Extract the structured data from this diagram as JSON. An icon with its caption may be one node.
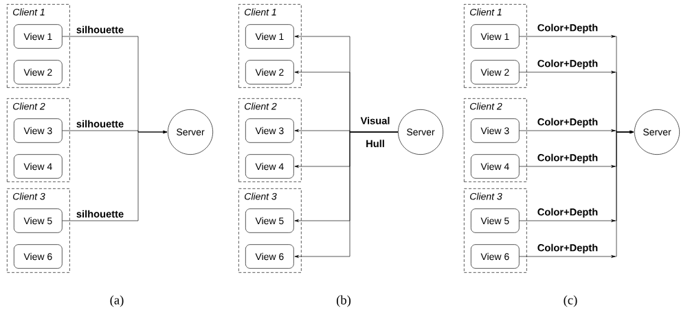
{
  "diagram": {
    "nodes": [
      {
        "text": [
          "Client 1"
        ]
      },
      {
        "text": [
          "View 1"
        ],
        "in": 0
      },
      {
        "text": [
          "View 2"
        ],
        "in": 0
      },
      {
        "text": [
          "Client 2"
        ]
      },
      {
        "text": [
          "View 3"
        ],
        "in": 3
      },
      {
        "text": [
          "View 4"
        ],
        "in": 3
      },
      {
        "text": [
          "Client 3"
        ]
      },
      {
        "text": [
          "View 5"
        ],
        "in": 6
      },
      {
        "text": [
          "View 6"
        ],
        "in": 6
      },
      {
        "text": [
          "Server"
        ]
      },
      {
        "text": [
          "Client 1"
        ]
      },
      {
        "text": [
          "View 1"
        ],
        "in": 10
      },
      {
        "text": [
          "View 2"
        ],
        "in": 10
      },
      {
        "text": [
          "Client 2"
        ]
      },
      {
        "text": [
          "View 3"
        ],
        "in": 13
      },
      {
        "text": [
          "View 4"
        ],
        "in": 13
      },
      {
        "text": [
          "Client 3"
        ]
      },
      {
        "text": [
          "View 5"
        ],
        "in": 16
      },
      {
        "text": [
          "View 6"
        ],
        "in": 16
      },
      {
        "text": [
          "Server"
        ]
      },
      {
        "text": [
          "Client 1"
        ]
      },
      {
        "text": [
          "View 1"
        ],
        "in": 20
      },
      {
        "text": [
          "View 2"
        ],
        "in": 20
      },
      {
        "text": [
          "Client 2"
        ]
      },
      {
        "text": [
          "View 3"
        ],
        "in": 23
      },
      {
        "text": [
          "View 4"
        ],
        "in": 23
      },
      {
        "text": [
          "Client 3"
        ]
      },
      {
        "text": [
          "View 5"
        ],
        "in": 26
      },
      {
        "text": [
          "View 6"
        ],
        "in": 26
      },
      {
        "text": [
          "Server"
        ]
      }
    ],
    "edges": [
      {
        "from": 1,
        "to": 9,
        "arrow": "to",
        "label": "silhouette"
      },
      {
        "from": 4,
        "to": 9,
        "arrow": "to",
        "label": "silhouette"
      },
      {
        "from": 7,
        "to": 9,
        "arrow": "to",
        "label": "silhouette"
      },
      {
        "from": 19,
        "to": 11,
        "arrow": "to"
      },
      {
        "from": 19,
        "to": 12,
        "arrow": "to"
      },
      {
        "from": 19,
        "to": 14,
        "arrow": "to",
        "label": "Visual Hull"
      },
      {
        "from": 19,
        "to": 15,
        "arrow": "to"
      },
      {
        "from": 19,
        "to": 17,
        "arrow": "to"
      },
      {
        "from": 19,
        "to": 18,
        "arrow": "to"
      },
      {
        "from": 21,
        "to": 29,
        "arrow": "to",
        "label": "Color+Depth"
      },
      {
        "from": 22,
        "to": 29,
        "arrow": "to",
        "label": "Color+Depth"
      },
      {
        "from": 24,
        "to": 29,
        "arrow": "to",
        "label": "Color+Depth"
      },
      {
        "from": 25,
        "to": 29,
        "arrow": "to",
        "label": "Color+Depth"
      },
      {
        "from": 27,
        "to": 29,
        "arrow": "to",
        "label": "Color+Depth"
      },
      {
        "from": 28,
        "to": 29,
        "arrow": "to",
        "label": "Color+Depth"
      }
    ],
    "labels": [
      "(a)",
      "(b)",
      "(c)"
    ]
  }
}
